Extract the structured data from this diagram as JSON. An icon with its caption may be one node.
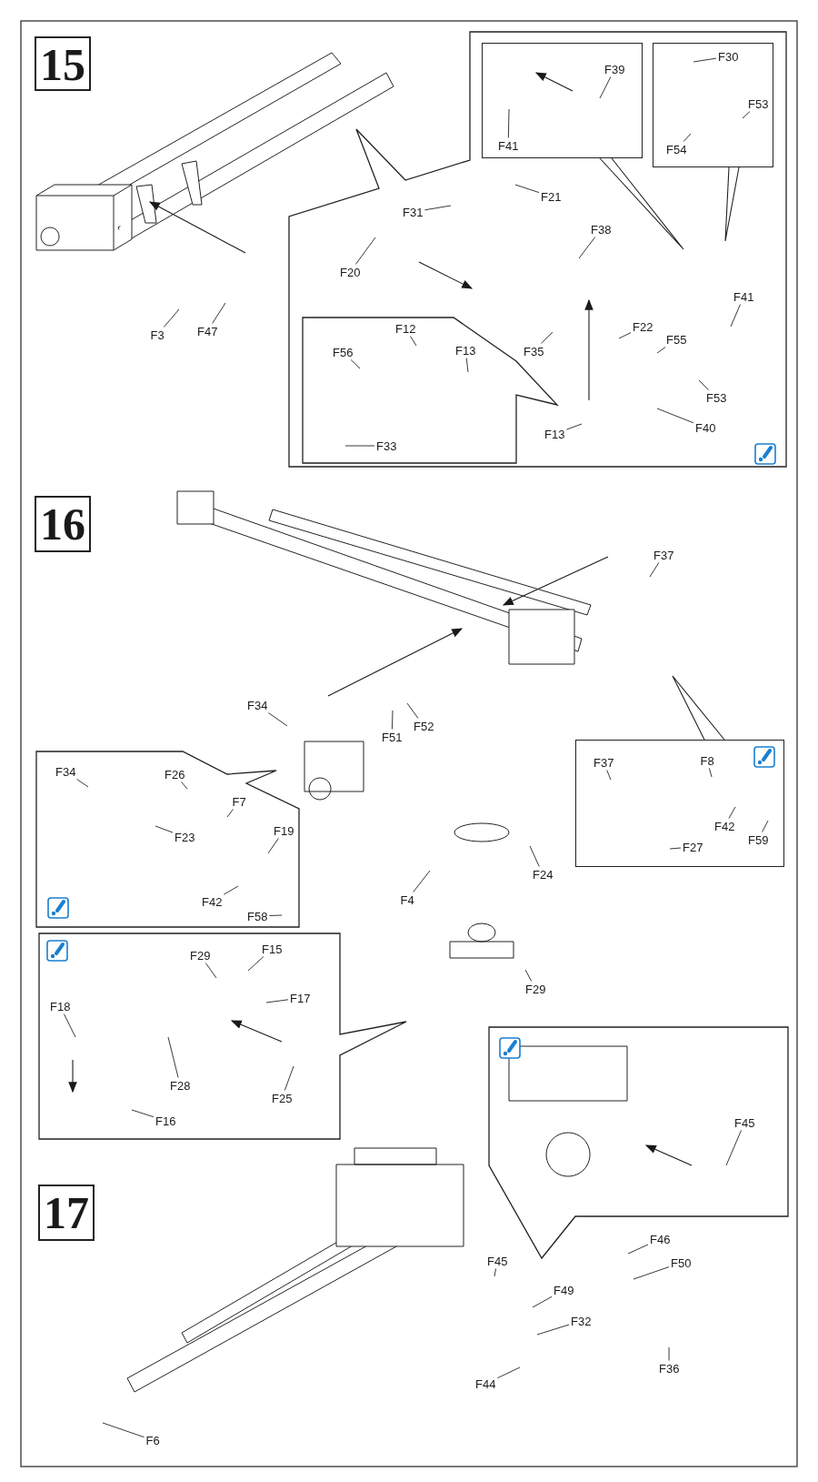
{
  "diagram": {
    "nodes": [
      {
        "text": [
          "15"
        ]
      },
      {
        "text": [
          "F3"
        ]
      },
      {
        "text": [
          "F47"
        ]
      },
      {
        "text": [],
        "shape": "box"
      },
      {
        "text": [],
        "shape": "box",
        "in": 3
      },
      {
        "text": [
          "F39"
        ],
        "in": 4
      },
      {
        "text": [
          "F41"
        ],
        "in": 4
      },
      {
        "text": [],
        "shape": "box",
        "in": 3
      },
      {
        "text": [
          "F30"
        ],
        "in": 7
      },
      {
        "text": [
          "F53"
        ],
        "in": 7
      },
      {
        "text": [
          "F54"
        ],
        "in": 7
      },
      {
        "text": [
          "F31"
        ],
        "in": 3
      },
      {
        "text": [
          "F21"
        ],
        "in": 3
      },
      {
        "text": [
          "F38"
        ],
        "in": 3
      },
      {
        "text": [
          "F20"
        ],
        "in": 3
      },
      {
        "text": [
          "F22"
        ],
        "in": 3
      },
      {
        "text": [
          "F41"
        ],
        "in": 3
      },
      {
        "text": [
          "F55"
        ],
        "in": 3
      },
      {
        "text": [
          "F35"
        ],
        "in": 3
      },
      {
        "text": [],
        "shape": "box",
        "in": 3
      },
      {
        "text": [
          "F12"
        ],
        "in": 19
      },
      {
        "text": [
          "F56"
        ],
        "in": 19
      },
      {
        "text": [
          "F13"
        ],
        "in": 19
      },
      {
        "text": [
          "F33"
        ],
        "in": 19
      },
      {
        "text": [
          "F53"
        ],
        "in": 3
      },
      {
        "text": [
          "F40"
        ],
        "in": 3
      },
      {
        "text": [
          "F13"
        ],
        "in": 3
      },
      {
        "text": [
          "16"
        ]
      },
      {
        "text": [
          "F37"
        ]
      },
      {
        "text": [
          "F34"
        ]
      },
      {
        "text": [
          "F51"
        ]
      },
      {
        "text": [
          "F52"
        ]
      },
      {
        "text": [],
        "shape": "box"
      },
      {
        "text": [
          "F34"
        ],
        "in": 32
      },
      {
        "text": [
          "F26"
        ],
        "in": 32
      },
      {
        "text": [
          "F7"
        ],
        "in": 32
      },
      {
        "text": [
          "F23"
        ],
        "in": 32
      },
      {
        "text": [
          "F19"
        ],
        "in": 32
      },
      {
        "text": [
          "F42"
        ],
        "in": 32
      },
      {
        "text": [
          "F58"
        ],
        "in": 32
      },
      {
        "text": [],
        "shape": "box"
      },
      {
        "text": [
          "F37"
        ],
        "in": 40
      },
      {
        "text": [
          "F8"
        ],
        "in": 40
      },
      {
        "text": [
          "F42"
        ],
        "in": 40
      },
      {
        "text": [
          "F59"
        ],
        "in": 40
      },
      {
        "text": [
          "F27"
        ],
        "in": 40
      },
      {
        "text": [
          "F24"
        ]
      },
      {
        "text": [
          "F4"
        ]
      },
      {
        "text": [],
        "shape": "box"
      },
      {
        "text": [
          "F29"
        ],
        "in": 48
      },
      {
        "text": [
          "F15"
        ],
        "in": 48
      },
      {
        "text": [
          "F17"
        ],
        "in": 48
      },
      {
        "text": [
          "F18"
        ],
        "in": 48
      },
      {
        "text": [
          "F28"
        ],
        "in": 48
      },
      {
        "text": [
          "F25"
        ],
        "in": 48
      },
      {
        "text": [
          "F16"
        ],
        "in": 48
      },
      {
        "text": [
          "F29"
        ]
      },
      {
        "text": [],
        "shape": "box"
      },
      {
        "text": [
          "F45"
        ],
        "in": 57
      },
      {
        "text": [
          "17"
        ]
      },
      {
        "text": [
          "F46"
        ]
      },
      {
        "text": [
          "F45"
        ]
      },
      {
        "text": [
          "F50"
        ]
      },
      {
        "text": [
          "F49"
        ]
      },
      {
        "text": [
          "F32"
        ]
      },
      {
        "text": [
          "F36"
        ]
      },
      {
        "text": [
          "F44"
        ]
      },
      {
        "text": [
          "F6"
        ]
      }
    ],
    "edges": [
      {
        "from": 1,
        "to": null,
        "arrow": "none"
      },
      {
        "from": 2,
        "to": null,
        "arrow": "none"
      },
      {
        "from": 5,
        "to": null,
        "arrow": "none"
      },
      {
        "from": 6,
        "to": null,
        "arrow": "none"
      },
      {
        "from": 8,
        "to": null,
        "arrow": "none"
      },
      {
        "from": 9,
        "to": null,
        "arrow": "none"
      },
      {
        "from": 10,
        "to": null,
        "arrow": "none"
      },
      {
        "from": 11,
        "to": null,
        "arrow": "none"
      },
      {
        "from": 12,
        "to": null,
        "arrow": "none"
      },
      {
        "from": 13,
        "to": null,
        "arrow": "none"
      },
      {
        "from": 14,
        "to": null,
        "arrow": "none"
      },
      {
        "from": 15,
        "to": null,
        "arrow": "none"
      },
      {
        "from": 16,
        "to": null,
        "arrow": "none"
      },
      {
        "from": 17,
        "to": null,
        "arrow": "none"
      },
      {
        "from": 18,
        "to": null,
        "arrow": "none"
      },
      {
        "from": 20,
        "to": null,
        "arrow": "none"
      },
      {
        "from": 21,
        "to": null,
        "arrow": "none"
      },
      {
        "from": 22,
        "to": null,
        "arrow": "none"
      },
      {
        "from": 23,
        "to": null,
        "arrow": "none"
      },
      {
        "from": 24,
        "to": null,
        "arrow": "none"
      },
      {
        "from": 25,
        "to": null,
        "arrow": "none"
      },
      {
        "from": 26,
        "to": null,
        "arrow": "none"
      },
      {
        "from": 28,
        "to": null,
        "arrow": "none"
      },
      {
        "from": 29,
        "to": null,
        "arrow": "none"
      },
      {
        "from": 30,
        "to": null,
        "arrow": "none"
      },
      {
        "from": 31,
        "to": null,
        "arrow": "none"
      },
      {
        "from": 33,
        "to": null,
        "arrow": "none"
      },
      {
        "from": 34,
        "to": null,
        "arrow": "none"
      },
      {
        "from": 35,
        "to": null,
        "arrow": "none"
      },
      {
        "from": 36,
        "to": null,
        "arrow": "none"
      },
      {
        "from": 37,
        "to": null,
        "arrow": "none"
      },
      {
        "from": 38,
        "to": null,
        "arrow": "none"
      },
      {
        "from": 39,
        "to": null,
        "arrow": "none"
      },
      {
        "from": 41,
        "to": null,
        "arrow": "none"
      },
      {
        "from": 42,
        "to": null,
        "arrow": "none"
      },
      {
        "from": 43,
        "to": null,
        "arrow": "none"
      },
      {
        "from": 44,
        "to": null,
        "arrow": "none"
      },
      {
        "from": 45,
        "to": null,
        "arrow": "none"
      },
      {
        "from": 46,
        "to": null,
        "arrow": "none"
      },
      {
        "from": 47,
        "to": null,
        "arrow": "none"
      },
      {
        "from": 49,
        "to": null,
        "arrow": "none"
      },
      {
        "from": 50,
        "to": null,
        "arrow": "none"
      },
      {
        "from": 51,
        "to": null,
        "arrow": "none"
      },
      {
        "from": 52,
        "to": null,
        "arrow": "none"
      },
      {
        "from": 53,
        "to": null,
        "arrow": "none"
      },
      {
        "from": 54,
        "to": null,
        "arrow": "none"
      },
      {
        "from": 55,
        "to": null,
        "arrow": "none"
      },
      {
        "from": 56,
        "to": null,
        "arrow": "none"
      },
      {
        "from": 58,
        "to": null,
        "arrow": "none"
      },
      {
        "from": 60,
        "to": null,
        "arrow": "none"
      },
      {
        "from": 61,
        "to": null,
        "arrow": "none"
      },
      {
        "from": 62,
        "to": null,
        "arrow": "none"
      },
      {
        "from": 63,
        "to": null,
        "arrow": "none"
      },
      {
        "from": 64,
        "to": null,
        "arrow": "none"
      },
      {
        "from": 65,
        "to": null,
        "arrow": "none"
      },
      {
        "from": 66,
        "to": null,
        "arrow": "none"
      },
      {
        "from": 67,
        "to": null,
        "arrow": "none"
      }
    ]
  }
}
